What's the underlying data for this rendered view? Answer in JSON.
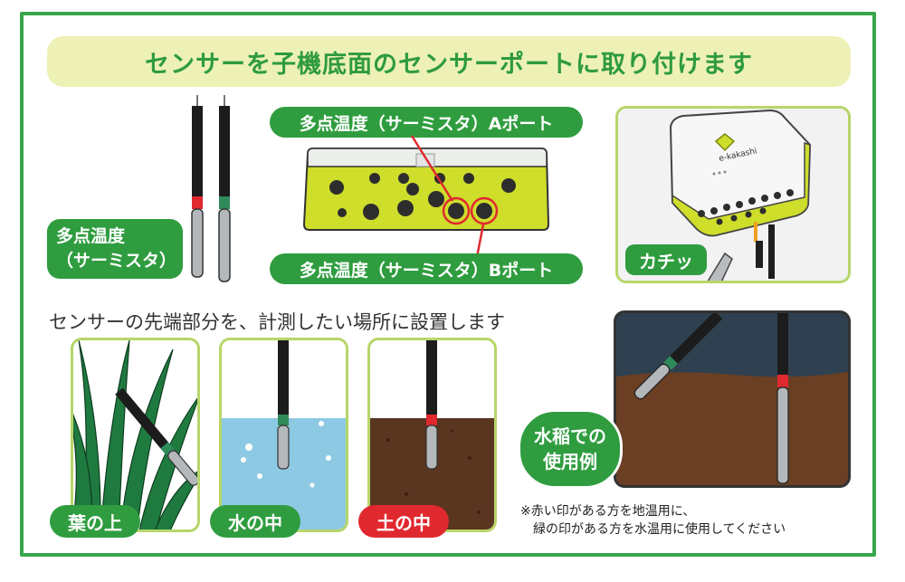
{
  "title": "センサーを子機底面のセンサーポートに取り付けます",
  "sensor_label": [
    "多点温度",
    "（サーミスタ）"
  ],
  "port_a_label": "多点温度（サーミスタ）Aポート",
  "port_b_label": "多点温度（サーミスタ）Bポート",
  "device_brand": "e-kakashi",
  "click_label": "カチッ",
  "instruction": "センサーの先端部分を、計測したい場所に設置します",
  "placements": {
    "leaf": "葉の上",
    "water": "水の中",
    "soil": "土の中"
  },
  "rice_example": [
    "水稲での",
    "使用例"
  ],
  "note": [
    "※赤い印がある方を地温用に、",
    "緑の印がある方を水温用に使用してください"
  ],
  "colors": {
    "frame_green": "#3aa64a",
    "label_green": "#2f9d3f",
    "device_lime": "#cfdd2b",
    "red_mark": "#e0292f",
    "green_mark": "#2f8a5a",
    "water": "#8ec9e3",
    "soil": "#5a3520"
  }
}
